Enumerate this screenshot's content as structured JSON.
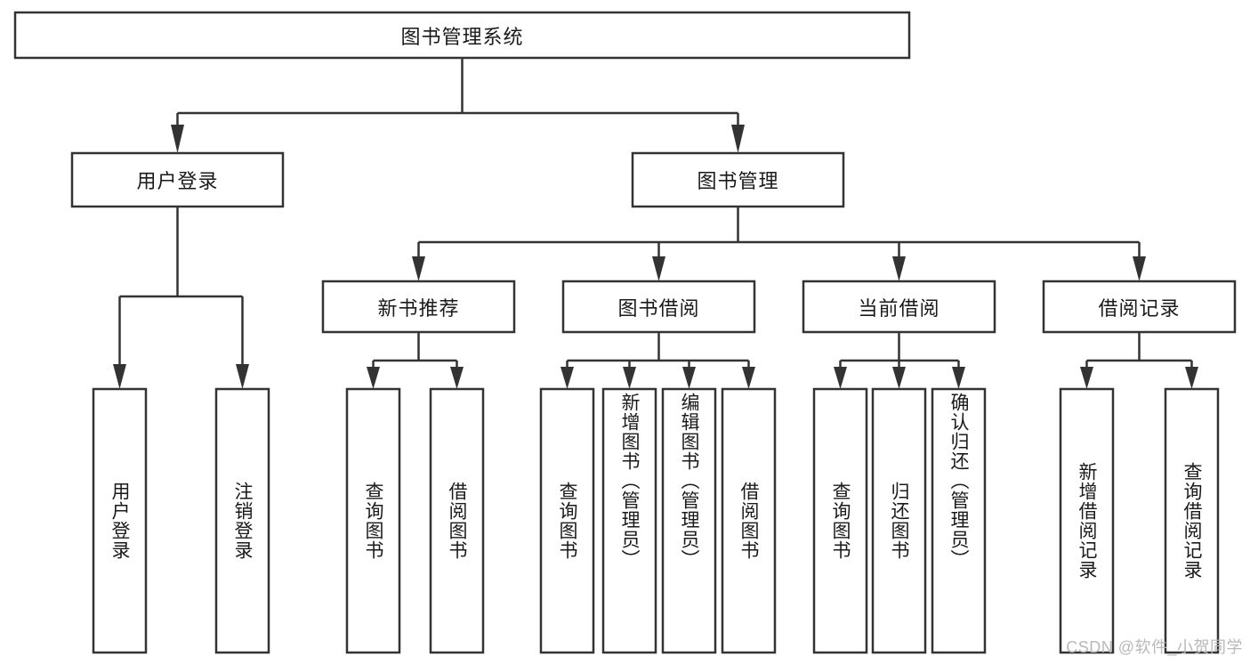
{
  "diagram": {
    "type": "tree-hierarchy",
    "title": "图书管理系统",
    "watermark": "CSDN @软件_小贺同学",
    "colors": {
      "stroke": "#333333",
      "fill": "#ffffff",
      "text": "#1a1a1a",
      "watermark": "#b9b9b9",
      "background": "#ffffff"
    },
    "nodes": {
      "root": {
        "label": "图书管理系统",
        "orientation": "horizontal",
        "level": 0
      },
      "l1": [
        {
          "id": "user-login",
          "label": "用户登录",
          "orientation": "horizontal",
          "level": 1
        },
        {
          "id": "book-manage",
          "label": "图书管理",
          "orientation": "horizontal",
          "level": 1
        }
      ],
      "l2": [
        {
          "id": "new-book-recommend",
          "label": "新书推荐",
          "orientation": "horizontal",
          "level": 2
        },
        {
          "id": "book-borrow",
          "label": "图书借阅",
          "orientation": "horizontal",
          "level": 2
        },
        {
          "id": "current-borrow",
          "label": "当前借阅",
          "orientation": "horizontal",
          "level": 2
        },
        {
          "id": "borrow-record",
          "label": "借阅记录",
          "orientation": "horizontal",
          "level": 2
        }
      ],
      "leaves": [
        {
          "id": "leaf-user-login",
          "label": "用户登录",
          "orientation": "vertical",
          "parent": "user-login"
        },
        {
          "id": "leaf-logout-login",
          "label": "注销登录",
          "orientation": "vertical",
          "parent": "user-login"
        },
        {
          "id": "leaf-query-book-1",
          "label": "查询图书",
          "orientation": "vertical",
          "parent": "new-book-recommend"
        },
        {
          "id": "leaf-borrow-book-1",
          "label": "借阅图书",
          "orientation": "vertical",
          "parent": "new-book-recommend"
        },
        {
          "id": "leaf-query-book-2",
          "label": "查询图书",
          "orientation": "vertical",
          "parent": "book-borrow"
        },
        {
          "id": "leaf-add-book-admin",
          "label": "新增图书（管理员）",
          "orientation": "vertical",
          "parent": "book-borrow"
        },
        {
          "id": "leaf-edit-book-admin",
          "label": "编辑图书（管理员）",
          "orientation": "vertical",
          "parent": "book-borrow"
        },
        {
          "id": "leaf-borrow-book-2",
          "label": "借阅图书",
          "orientation": "vertical",
          "parent": "book-borrow"
        },
        {
          "id": "leaf-query-book-3",
          "label": "查询图书",
          "orientation": "vertical",
          "parent": "current-borrow"
        },
        {
          "id": "leaf-return-book",
          "label": "归还图书",
          "orientation": "vertical",
          "parent": "current-borrow"
        },
        {
          "id": "leaf-confirm-return-admin",
          "label": "确认归还（管理员）",
          "orientation": "vertical",
          "parent": "current-borrow"
        },
        {
          "id": "leaf-add-borrow-record",
          "label": "新增借阅记录",
          "orientation": "vertical",
          "parent": "borrow-record"
        },
        {
          "id": "leaf-query-borrow-record",
          "label": "查询借阅记录",
          "orientation": "vertical",
          "parent": "borrow-record"
        }
      ]
    }
  }
}
